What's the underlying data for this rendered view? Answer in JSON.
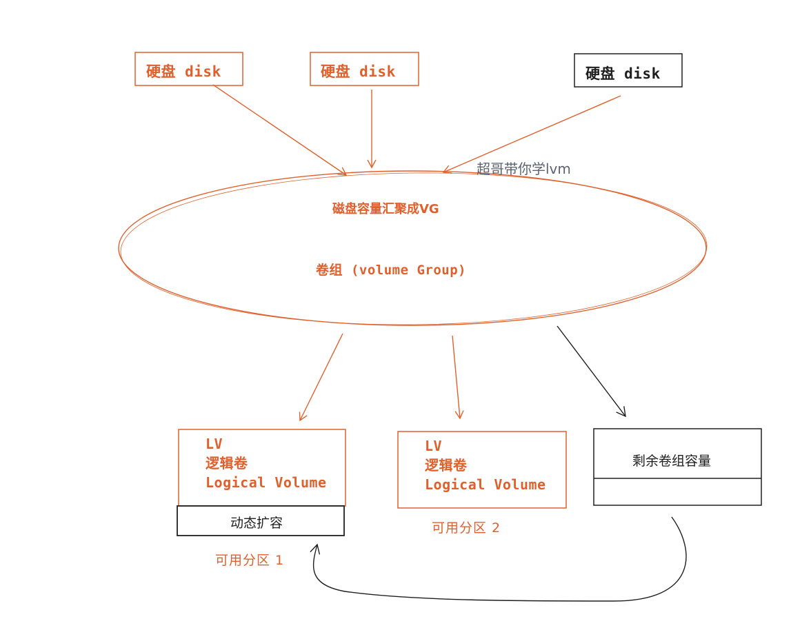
{
  "colors": {
    "accent": "#e0602c",
    "ink": "#1e1e1e",
    "muted": "#5b6470"
  },
  "disks": [
    {
      "label": "硬盘 disk",
      "highlighted": true
    },
    {
      "label": "硬盘 disk",
      "highlighted": true
    },
    {
      "label": "硬盘 disk",
      "highlighted": false
    }
  ],
  "watermark": "超哥带你学lvm",
  "volume_group": {
    "line1": "磁盘容量汇聚成VG",
    "line2": "卷组 (volume Group)"
  },
  "logical_volumes": [
    {
      "lines": [
        "LV",
        "逻辑卷",
        "Logical Volume"
      ],
      "sub_box": "动态扩容",
      "caption": "可用分区 1"
    },
    {
      "lines": [
        "LV",
        "逻辑卷",
        "Logical Volume"
      ],
      "caption": "可用分区 2"
    }
  ],
  "remaining": {
    "label": "剩余卷组容量"
  }
}
